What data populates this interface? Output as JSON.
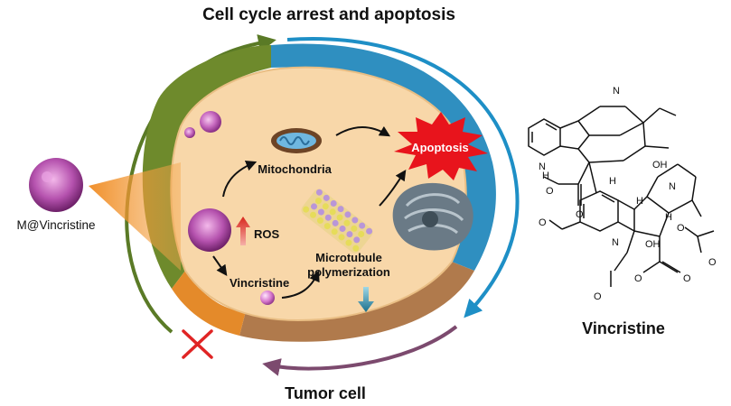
{
  "title": "Cell cycle arrest and apoptosis",
  "labels": {
    "m_vincristine": "M@Vincristine",
    "mitochondria": "Mitochondria",
    "ros": "ROS",
    "vincristine_inside": "Vincristine",
    "microtubule_line1": "Microtubule",
    "microtubule_line2": "polymerization",
    "apoptosis": "Apoptosis",
    "tumor_cell": "Tumor cell",
    "drug_name": "Vincristine"
  },
  "chemistry": {
    "atoms": [
      "N",
      "H",
      "N",
      "OH",
      "H",
      "N",
      "H",
      "O",
      "O",
      "O",
      "N",
      "H",
      "O",
      "OH",
      "O",
      "O",
      "O",
      "O"
    ]
  },
  "colors": {
    "cycle_green": "#5a7a26",
    "cycle_blue": "#1e8fc6",
    "cycle_purple": "#7c4a6e",
    "cycle_orange": "#e48a2a",
    "cytoplasm": "#f8d7a9",
    "burst": "#e8141c",
    "up_arrow": "#d8261c",
    "down_arrow": "#1a6f8c",
    "blocked_cross": "#e02424"
  },
  "icons": [
    "cell-icon",
    "mitochondria-icon",
    "microtubule-icon",
    "golgi-icon",
    "nanoparticle-icon",
    "cross-icon"
  ]
}
